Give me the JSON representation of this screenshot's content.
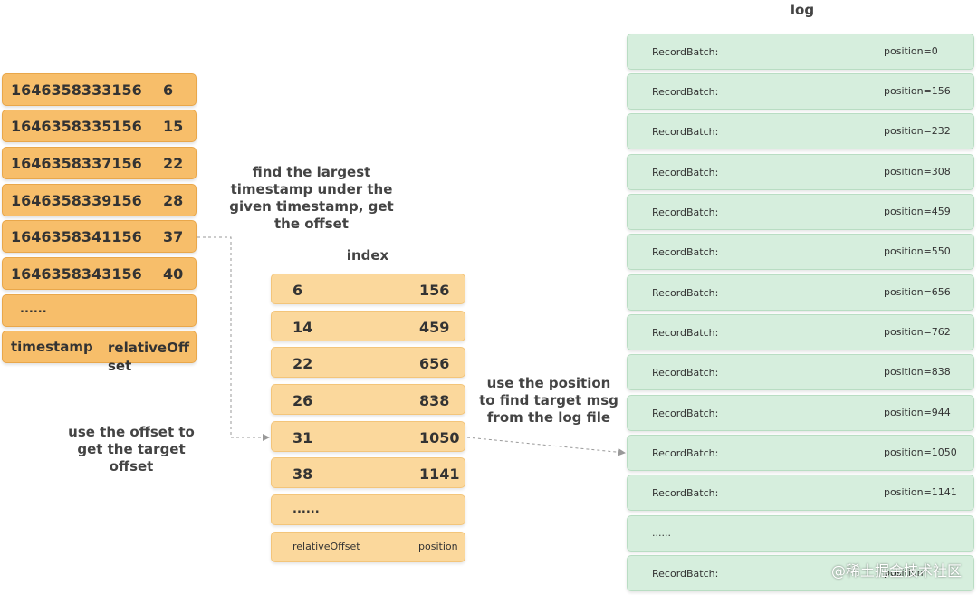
{
  "titles": {
    "log": "log",
    "index": "index"
  },
  "timestamp_table": {
    "rows": [
      {
        "timestamp": "1646358333156",
        "offset": "6"
      },
      {
        "timestamp": "1646358335156",
        "offset": "15"
      },
      {
        "timestamp": "1646358337156",
        "offset": "22"
      },
      {
        "timestamp": "1646358339156",
        "offset": "28"
      },
      {
        "timestamp": "1646358341156",
        "offset": "37"
      },
      {
        "timestamp": "1646358343156",
        "offset": "40"
      }
    ],
    "ellipsis": "......",
    "header": {
      "timestamp": "timestamp",
      "offset": "relativeOffset"
    }
  },
  "index_table": {
    "rows": [
      {
        "offset": "6",
        "position": "156"
      },
      {
        "offset": "14",
        "position": "459"
      },
      {
        "offset": "22",
        "position": "656"
      },
      {
        "offset": "26",
        "position": "838"
      },
      {
        "offset": "31",
        "position": "1050"
      },
      {
        "offset": "38",
        "position": "1141"
      }
    ],
    "ellipsis": "......",
    "header": {
      "offset": "relativeOffset",
      "position": "position"
    }
  },
  "log_table": {
    "rows": [
      {
        "label": "RecordBatch:",
        "position": "position=0"
      },
      {
        "label": "RecordBatch:",
        "position": "position=156"
      },
      {
        "label": "RecordBatch:",
        "position": "position=232"
      },
      {
        "label": "RecordBatch:",
        "position": "position=308"
      },
      {
        "label": "RecordBatch:",
        "position": "position=459"
      },
      {
        "label": "RecordBatch:",
        "position": "position=550"
      },
      {
        "label": "RecordBatch:",
        "position": "position=656"
      },
      {
        "label": "RecordBatch:",
        "position": "position=762"
      },
      {
        "label": "RecordBatch:",
        "position": "position=838"
      },
      {
        "label": "RecordBatch:",
        "position": "position=944"
      },
      {
        "label": "RecordBatch:",
        "position": "position=1050"
      },
      {
        "label": "RecordBatch:",
        "position": "position=1141"
      }
    ],
    "ellipsis": "......",
    "last": {
      "label": "RecordBatch:",
      "position": "position"
    }
  },
  "annotations": {
    "find_offset": [
      "find the largest",
      "timestamp under the",
      "given timestamp, get",
      "the offset"
    ],
    "use_offset": [
      "use the offset to",
      "get the target",
      "offset"
    ],
    "use_position": [
      "use the position",
      "to find target msg",
      "from the log file"
    ]
  },
  "watermark": "@稀土掘金技术社区",
  "colors": {
    "timestamp_box": "#f7be6a",
    "index_box": "#fbd89c",
    "log_box": "#d6eedd",
    "arrow": "#999999"
  }
}
